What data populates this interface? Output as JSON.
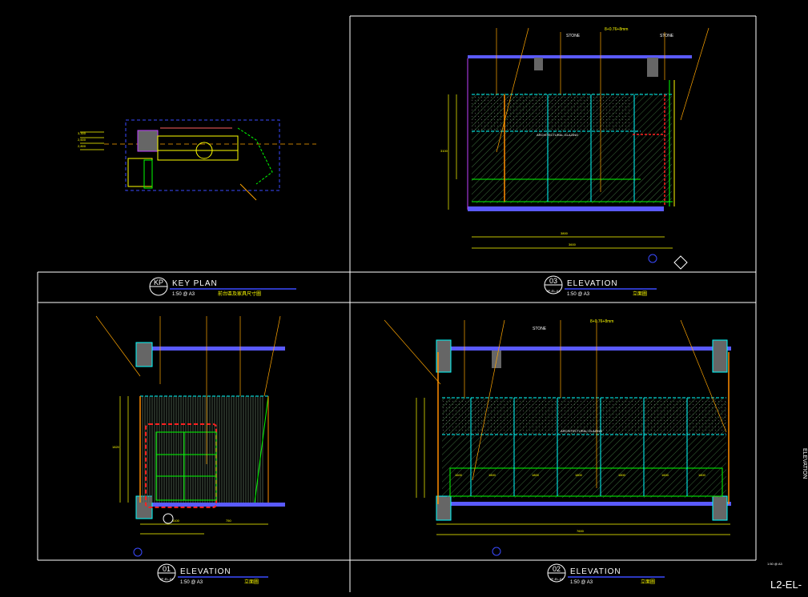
{
  "sheet": {
    "number": "L2-EL-",
    "side_label": "ELEVATION",
    "scale_note": "1:50 @ A3"
  },
  "views": {
    "key_plan": {
      "tag": "KP",
      "title": "KEY PLAN",
      "scale": "1:50 @ A3",
      "subtitle": "前台區及家具尺寸圖",
      "dimensions": [
        "3,300",
        "2,600",
        "2,800"
      ]
    },
    "elev_03": {
      "tag": "03",
      "sub_tag": "2F-EL-01",
      "title": "ELEVATION",
      "scale": "1:50 @ A3",
      "subtitle": "立面圖",
      "callouts": [
        "STONE",
        "8+0.76+8mm",
        "STONE",
        "ARCHITECTURAL GLAZING"
      ],
      "dims": [
        "3800",
        "3600",
        "3100"
      ]
    },
    "elev_01": {
      "tag": "01",
      "sub_tag": "2F-EL-01",
      "title": "ELEVATION",
      "scale": "1:50 @ A3",
      "subtitle": "立面圖",
      "dims": [
        "4100",
        "750",
        "1820"
      ]
    },
    "elev_02": {
      "tag": "02",
      "sub_tag": "2F-EL-01",
      "title": "ELEVATION",
      "scale": "1:50 @ A3",
      "subtitle": "立面圖",
      "callouts": [
        "STONE",
        "8+0.76+8mm",
        "ARCHITECTURAL GLAZING"
      ],
      "dims": [
        "7600",
        "1600",
        "1800",
        "1800",
        "1800",
        "1800",
        "1600",
        "1800"
      ]
    }
  },
  "colors": {
    "background": "#000000",
    "frame": "#ffffff",
    "dimension": "#ffff00",
    "callout": "#ffa500",
    "structure": "#5a5aff",
    "glass": "#00ffff",
    "wall": "#ff8c00",
    "highlight": "#ff2020",
    "green": "#00ff00",
    "title_bar": "#3a4aff"
  }
}
